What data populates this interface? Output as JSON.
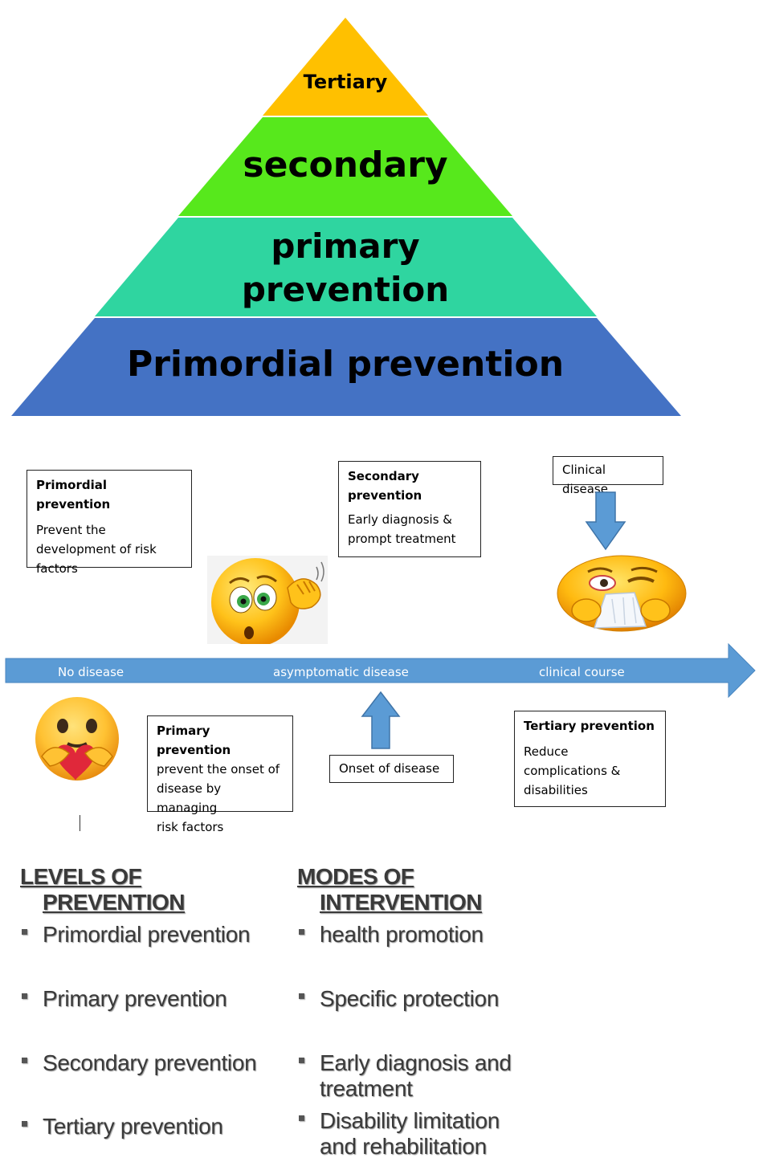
{
  "pyramid": {
    "levels": [
      {
        "label": "Tertiary",
        "color": "#FFC000"
      },
      {
        "label": "secondary",
        "color": "#57E81C"
      },
      {
        "label_line1": "primary",
        "label_line2": "prevention",
        "color": "#2FD5A0"
      },
      {
        "label": "Primordial prevention",
        "color": "#4472C4"
      }
    ]
  },
  "timeline": {
    "color": "#5B9BD5",
    "labels": {
      "no_disease": "No disease",
      "asymptomatic": "asymptomatic disease",
      "clinical_course": "clinical course"
    }
  },
  "boxes": {
    "primordial": {
      "title": "Primordial prevention",
      "lines": [
        "Prevent the",
        "development of risk",
        "factors"
      ]
    },
    "secondary": {
      "title_line1": "Secondary",
      "title_line2": "prevention",
      "lines": [
        "Early diagnosis &",
        "prompt treatment"
      ]
    },
    "clinical_disease": {
      "label": "Clinical disease"
    },
    "primary": {
      "title": "Primary prevention",
      "lines": [
        "prevent the onset of",
        "disease by managing",
        "risk factors"
      ]
    },
    "onset": {
      "label": "Onset of disease"
    },
    "tertiary": {
      "title": "Tertiary prevention",
      "lines": [
        "Reduce",
        "complications &",
        "disabilities"
      ]
    }
  },
  "levels_list": {
    "heading_line1": "LEVELS OF",
    "heading_line2": "PREVENTION",
    "items": [
      "Primordial prevention",
      "Primary prevention",
      "Secondary prevention",
      "Tertiary prevention"
    ]
  },
  "modes_list": {
    "heading_line1": "MODES OF",
    "heading_line2": "INTERVENTION",
    "items": [
      {
        "line1": "health promotion"
      },
      {
        "line1": "Specific protection"
      },
      {
        "line1": "Early diagnosis and",
        "line2": "treatment"
      },
      {
        "line1": "Disability limitation",
        "line2": "and rehabilitation"
      }
    ]
  }
}
